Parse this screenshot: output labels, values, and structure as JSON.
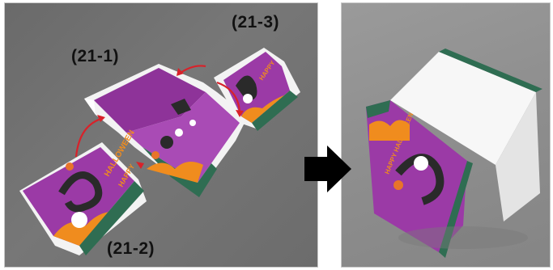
{
  "labels": {
    "part_1": "(21-1)",
    "part_2": "(21-2)",
    "part_3": "(21-3)"
  },
  "box_print_text": "HAPPY HALLOWEEN",
  "icons": {
    "transition": "right-arrow-icon",
    "fold_arrows": "curved-arrow-icon"
  },
  "colors": {
    "box_purple": "#9b3aa6",
    "box_orange": "#f08c1e",
    "box_green": "#2f6d52",
    "fold_arrow_red": "#d8222a",
    "label_black": "#111111"
  }
}
